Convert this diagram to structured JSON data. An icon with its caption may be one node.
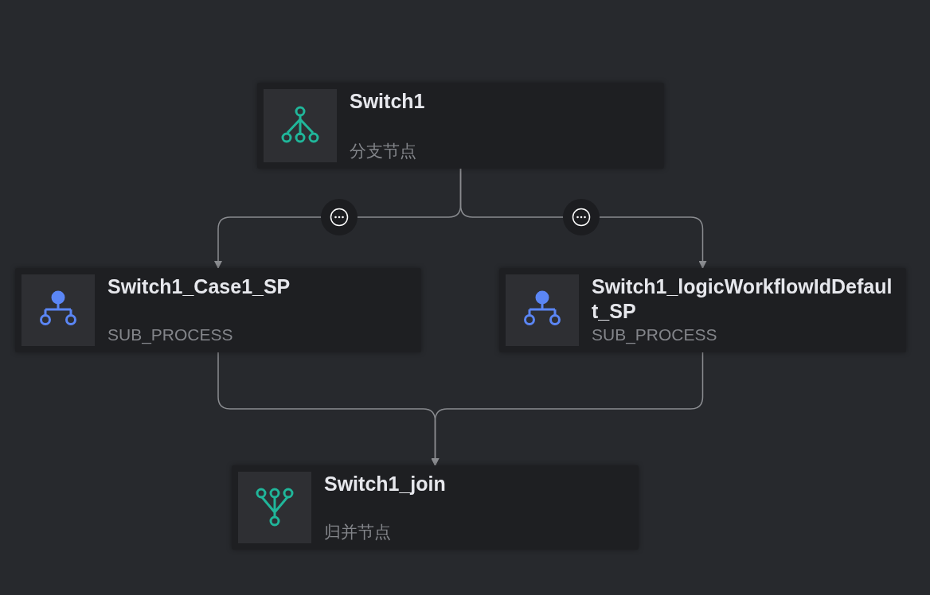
{
  "diagram": {
    "nodes": [
      {
        "text": [
          "Switch1",
          "分支节点"
        ]
      },
      {
        "text": [
          "Switch1_Case1_SP",
          "SUB_PROCESS"
        ]
      },
      {
        "text": [
          "Switch1_logicWorkflowIdDefault_SP",
          "SUB_PROCESS"
        ]
      },
      {
        "text": [
          "Switch1_join",
          "归并节点"
        ]
      }
    ],
    "edges": [
      {
        "from": 0,
        "to": 1,
        "arrow": "to"
      },
      {
        "from": 0,
        "to": 2,
        "arrow": "to"
      },
      {
        "from": 1,
        "to": 3,
        "arrow": "to"
      },
      {
        "from": 2,
        "to": 3,
        "arrow": "to"
      }
    ]
  }
}
